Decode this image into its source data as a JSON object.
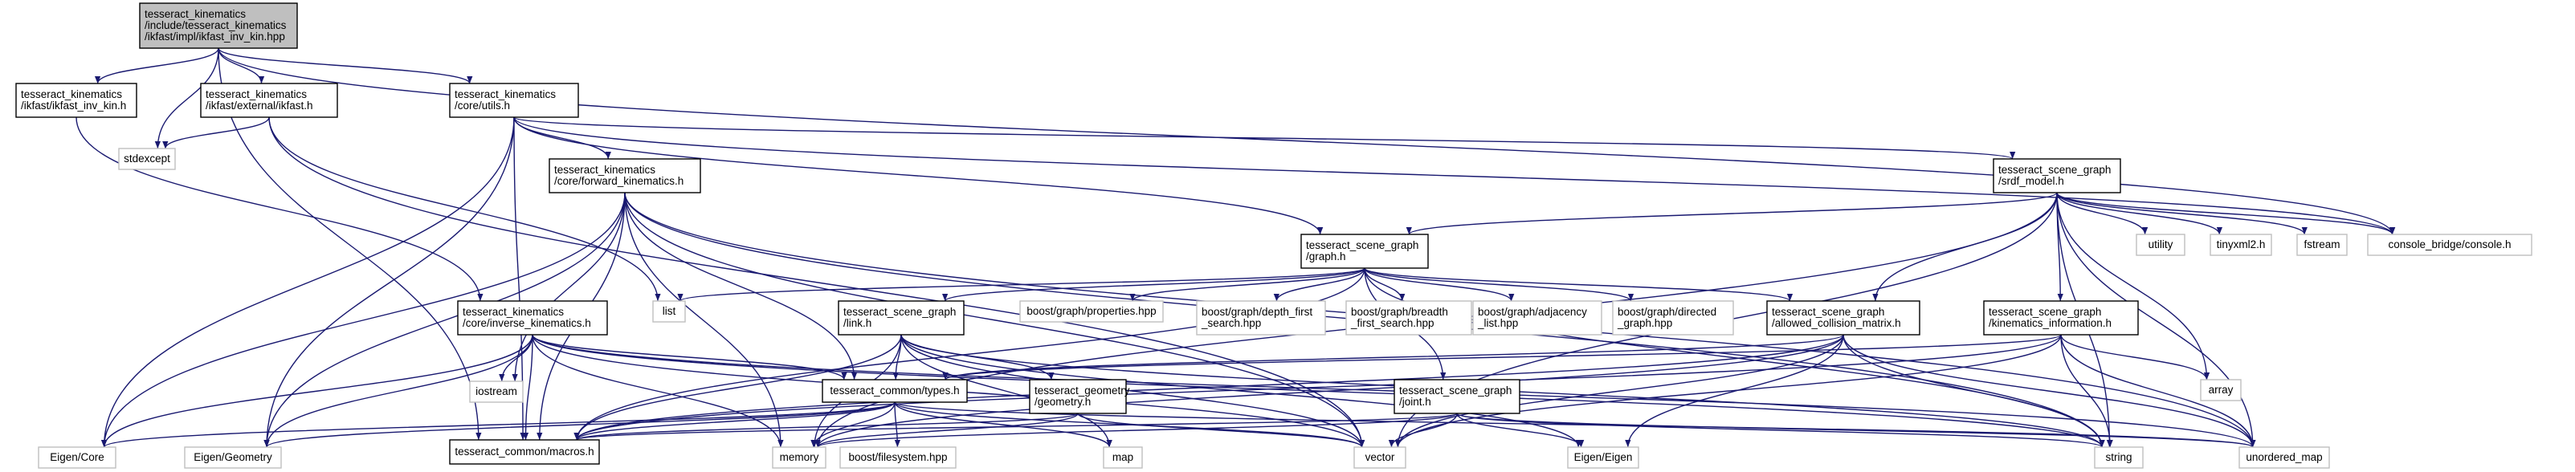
{
  "diagram": {
    "type": "include-dependency-graph",
    "root": "ikfast_inv_kin_hpp",
    "colors": {
      "root_fill": "#bfbfbf",
      "documented_fill": "#ffffff",
      "documented_border": "#000000",
      "system_fill": "#ffffff",
      "system_border": "#bfbfbf",
      "edge": "#191970",
      "text": "#000000"
    },
    "nodes": [
      {
        "id": "ikfast_inv_kin_hpp",
        "kind": "root",
        "lines": [
          "tesseract_kinematics",
          "/include/tesseract_kinematics",
          "/ikfast/impl/ikfast_inv_kin.hpp"
        ]
      },
      {
        "id": "ikfast_inv_kin_h",
        "kind": "documented",
        "lines": [
          "tesseract_kinematics",
          "/ikfast/ikfast_inv_kin.h"
        ]
      },
      {
        "id": "external_ikfast_h",
        "kind": "documented",
        "lines": [
          "tesseract_kinematics",
          "/ikfast/external/ikfast.h"
        ]
      },
      {
        "id": "core_utils_h",
        "kind": "documented",
        "lines": [
          "tesseract_kinematics",
          "/core/utils.h"
        ]
      },
      {
        "id": "stdexcept",
        "kind": "system",
        "lines": [
          "stdexcept"
        ]
      },
      {
        "id": "forward_kinematics_h",
        "kind": "documented",
        "lines": [
          "tesseract_kinematics",
          "/core/forward_kinematics.h"
        ]
      },
      {
        "id": "srdf_model_h",
        "kind": "documented",
        "lines": [
          "tesseract_scene_graph",
          "/srdf_model.h"
        ]
      },
      {
        "id": "graph_h",
        "kind": "documented",
        "lines": [
          "tesseract_scene_graph",
          "/graph.h"
        ]
      },
      {
        "id": "inverse_kinematics_h",
        "kind": "documented",
        "lines": [
          "tesseract_kinematics",
          "/core/inverse_kinematics.h"
        ]
      },
      {
        "id": "link_h",
        "kind": "documented",
        "lines": [
          "tesseract_scene_graph",
          "/link.h"
        ]
      },
      {
        "id": "allowed_collision_matrix_h",
        "kind": "documented",
        "lines": [
          "tesseract_scene_graph",
          "/allowed_collision_matrix.h"
        ]
      },
      {
        "id": "kinematics_information_h",
        "kind": "documented",
        "lines": [
          "tesseract_scene_graph",
          "/kinematics_information.h"
        ]
      },
      {
        "id": "common_types_h",
        "kind": "documented",
        "lines": [
          "tesseract_common/types.h"
        ]
      },
      {
        "id": "geometry_h",
        "kind": "documented",
        "lines": [
          "tesseract_geometry",
          "/geometry.h"
        ]
      },
      {
        "id": "joint_h",
        "kind": "documented",
        "lines": [
          "tesseract_scene_graph",
          "/joint.h"
        ]
      },
      {
        "id": "macros_h",
        "kind": "documented",
        "lines": [
          "tesseract_common/macros.h"
        ]
      },
      {
        "id": "console_h",
        "kind": "system",
        "lines": [
          "console_bridge/console.h"
        ]
      },
      {
        "id": "utility",
        "kind": "system",
        "lines": [
          "utility"
        ]
      },
      {
        "id": "tinyxml2_h",
        "kind": "system",
        "lines": [
          "tinyxml2.h"
        ]
      },
      {
        "id": "fstream",
        "kind": "system",
        "lines": [
          "fstream"
        ]
      },
      {
        "id": "list",
        "kind": "system",
        "lines": [
          "list"
        ]
      },
      {
        "id": "iostream",
        "kind": "system",
        "lines": [
          "iostream"
        ]
      },
      {
        "id": "bg_properties",
        "kind": "system",
        "lines": [
          "boost/graph/properties.hpp"
        ]
      },
      {
        "id": "bg_dfs",
        "kind": "system",
        "lines": [
          "boost/graph/depth_first",
          "_search.hpp"
        ]
      },
      {
        "id": "bg_bfs",
        "kind": "system",
        "lines": [
          "boost/graph/breadth",
          "_first_search.hpp"
        ]
      },
      {
        "id": "bg_adjacency",
        "kind": "system",
        "lines": [
          "boost/graph/adjacency",
          "_list.hpp"
        ]
      },
      {
        "id": "bg_directed",
        "kind": "system",
        "lines": [
          "boost/graph/directed",
          "_graph.hpp"
        ]
      },
      {
        "id": "array",
        "kind": "system",
        "lines": [
          "array"
        ]
      },
      {
        "id": "eigen_core",
        "kind": "system",
        "lines": [
          "Eigen/Core"
        ]
      },
      {
        "id": "eigen_geometry",
        "kind": "system",
        "lines": [
          "Eigen/Geometry"
        ]
      },
      {
        "id": "memory",
        "kind": "system",
        "lines": [
          "memory"
        ]
      },
      {
        "id": "boost_filesystem",
        "kind": "system",
        "lines": [
          "boost/filesystem.hpp"
        ]
      },
      {
        "id": "map",
        "kind": "system",
        "lines": [
          "map"
        ]
      },
      {
        "id": "vector",
        "kind": "system",
        "lines": [
          "vector"
        ]
      },
      {
        "id": "eigen_eigen",
        "kind": "system",
        "lines": [
          "Eigen/Eigen"
        ]
      },
      {
        "id": "string",
        "kind": "system",
        "lines": [
          "string"
        ]
      },
      {
        "id": "unordered_map",
        "kind": "system",
        "lines": [
          "unordered_map"
        ]
      }
    ],
    "edges": [
      [
        "ikfast_inv_kin_hpp",
        "ikfast_inv_kin_h"
      ],
      [
        "ikfast_inv_kin_hpp",
        "external_ikfast_h"
      ],
      [
        "ikfast_inv_kin_hpp",
        "core_utils_h"
      ],
      [
        "ikfast_inv_kin_hpp",
        "stdexcept"
      ],
      [
        "ikfast_inv_kin_hpp",
        "console_h"
      ],
      [
        "ikfast_inv_kin_hpp",
        "macros_h"
      ],
      [
        "ikfast_inv_kin_h",
        "inverse_kinematics_h"
      ],
      [
        "external_ikfast_h",
        "stdexcept"
      ],
      [
        "external_ikfast_h",
        "list"
      ],
      [
        "external_ikfast_h",
        "vector"
      ],
      [
        "core_utils_h",
        "forward_kinematics_h"
      ],
      [
        "core_utils_h",
        "srdf_model_h"
      ],
      [
        "core_utils_h",
        "graph_h"
      ],
      [
        "core_utils_h",
        "console_h"
      ],
      [
        "core_utils_h",
        "eigen_core"
      ],
      [
        "core_utils_h",
        "eigen_geometry"
      ],
      [
        "core_utils_h",
        "macros_h"
      ],
      [
        "forward_kinematics_h",
        "common_types_h"
      ],
      [
        "forward_kinematics_h",
        "macros_h"
      ],
      [
        "forward_kinematics_h",
        "eigen_core"
      ],
      [
        "forward_kinematics_h",
        "eigen_geometry"
      ],
      [
        "forward_kinematics_h",
        "iostream"
      ],
      [
        "forward_kinematics_h",
        "memory"
      ],
      [
        "forward_kinematics_h",
        "vector"
      ],
      [
        "forward_kinematics_h",
        "string"
      ],
      [
        "forward_kinematics_h",
        "unordered_map"
      ],
      [
        "srdf_model_h",
        "graph_h"
      ],
      [
        "srdf_model_h",
        "allowed_collision_matrix_h"
      ],
      [
        "srdf_model_h",
        "kinematics_information_h"
      ],
      [
        "srdf_model_h",
        "utility"
      ],
      [
        "srdf_model_h",
        "tinyxml2_h"
      ],
      [
        "srdf_model_h",
        "fstream"
      ],
      [
        "srdf_model_h",
        "console_h"
      ],
      [
        "srdf_model_h",
        "array"
      ],
      [
        "srdf_model_h",
        "string"
      ],
      [
        "srdf_model_h",
        "unordered_map"
      ],
      [
        "srdf_model_h",
        "vector"
      ],
      [
        "srdf_model_h",
        "memory"
      ],
      [
        "graph_h",
        "list"
      ],
      [
        "graph_h",
        "link_h"
      ],
      [
        "graph_h",
        "joint_h"
      ],
      [
        "graph_h",
        "allowed_collision_matrix_h"
      ],
      [
        "graph_h",
        "bg_properties"
      ],
      [
        "graph_h",
        "bg_dfs"
      ],
      [
        "graph_h",
        "bg_bfs"
      ],
      [
        "graph_h",
        "bg_adjacency"
      ],
      [
        "graph_h",
        "bg_directed"
      ],
      [
        "graph_h",
        "macros_h"
      ],
      [
        "graph_h",
        "string"
      ],
      [
        "inverse_kinematics_h",
        "common_types_h"
      ],
      [
        "inverse_kinematics_h",
        "macros_h"
      ],
      [
        "inverse_kinematics_h",
        "eigen_core"
      ],
      [
        "inverse_kinematics_h",
        "eigen_geometry"
      ],
      [
        "inverse_kinematics_h",
        "iostream"
      ],
      [
        "inverse_kinematics_h",
        "memory"
      ],
      [
        "inverse_kinematics_h",
        "vector"
      ],
      [
        "inverse_kinematics_h",
        "string"
      ],
      [
        "inverse_kinematics_h",
        "unordered_map"
      ],
      [
        "link_h",
        "geometry_h"
      ],
      [
        "link_h",
        "common_types_h"
      ],
      [
        "link_h",
        "macros_h"
      ],
      [
        "link_h",
        "memory"
      ],
      [
        "link_h",
        "map"
      ],
      [
        "link_h",
        "vector"
      ],
      [
        "link_h",
        "string"
      ],
      [
        "link_h",
        "eigen_eigen"
      ],
      [
        "allowed_collision_matrix_h",
        "common_types_h"
      ],
      [
        "allowed_collision_matrix_h",
        "macros_h"
      ],
      [
        "allowed_collision_matrix_h",
        "eigen_eigen"
      ],
      [
        "allowed_collision_matrix_h",
        "vector"
      ],
      [
        "allowed_collision_matrix_h",
        "string"
      ],
      [
        "allowed_collision_matrix_h",
        "unordered_map"
      ],
      [
        "allowed_collision_matrix_h",
        "memory"
      ],
      [
        "kinematics_information_h",
        "common_types_h"
      ],
      [
        "kinematics_information_h",
        "macros_h"
      ],
      [
        "kinematics_information_h",
        "array"
      ],
      [
        "kinematics_information_h",
        "vector"
      ],
      [
        "kinematics_information_h",
        "string"
      ],
      [
        "kinematics_information_h",
        "unordered_map"
      ],
      [
        "common_types_h",
        "macros_h"
      ],
      [
        "common_types_h",
        "eigen_core"
      ],
      [
        "common_types_h",
        "eigen_geometry"
      ],
      [
        "common_types_h",
        "memory"
      ],
      [
        "common_types_h",
        "boost_filesystem"
      ],
      [
        "common_types_h",
        "map"
      ],
      [
        "common_types_h",
        "vector"
      ],
      [
        "common_types_h",
        "unordered_map"
      ],
      [
        "geometry_h",
        "macros_h"
      ],
      [
        "geometry_h",
        "memory"
      ],
      [
        "geometry_h",
        "vector"
      ],
      [
        "joint_h",
        "macros_h"
      ],
      [
        "joint_h",
        "memory"
      ],
      [
        "joint_h",
        "vector"
      ],
      [
        "joint_h",
        "string"
      ],
      [
        "joint_h",
        "eigen_eigen"
      ],
      [
        "joint_h",
        "unordered_map"
      ]
    ]
  }
}
